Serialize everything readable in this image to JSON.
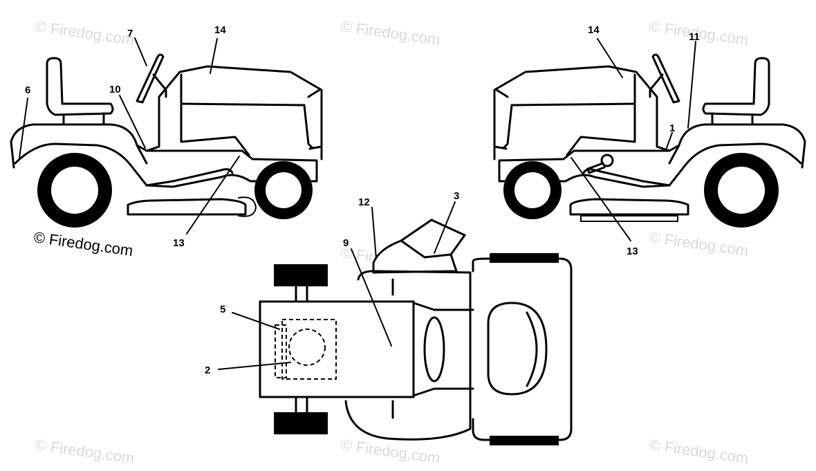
{
  "diagram": {
    "copyright_main": "© Firedog.com",
    "watermark_text": "© Firedog.com",
    "callouts": [
      "1",
      "2",
      "3",
      "5",
      "6",
      "7",
      "9",
      "10",
      "11",
      "12",
      "13",
      "14",
      "13",
      "14"
    ],
    "colors": {
      "line": "#000000",
      "watermark": "#d9d9d9",
      "background": "#ffffff"
    }
  }
}
